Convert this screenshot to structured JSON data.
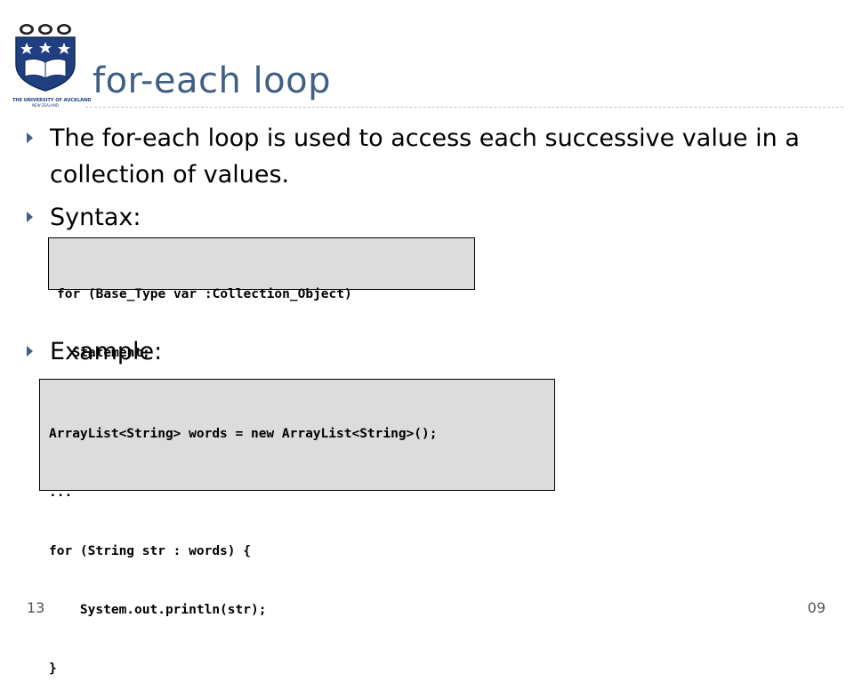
{
  "slide": {
    "title": "for-each loop",
    "logo_text": "THE UNIVERSITY OF AUCKLAND",
    "logo_subtext": "NEW ZEALAND",
    "bullets": [
      "The for-each loop is used to access each successive value in a collection of values.",
      "Syntax:",
      "Example:"
    ],
    "syntax_code": [
      "for (Base_Type var :Collection_Object)",
      "  Statement;"
    ],
    "example_code": [
      "ArrayList<String> words = new ArrayList<String>();",
      "...",
      "for (String str : words) {",
      "    System.out.println(str);",
      "}"
    ],
    "footer": {
      "page_number": "13",
      "right": "09"
    }
  },
  "colors": {
    "title": "#3f5f84",
    "code_background": "#dcdcdc",
    "logo_shield": "#1f3f80"
  }
}
